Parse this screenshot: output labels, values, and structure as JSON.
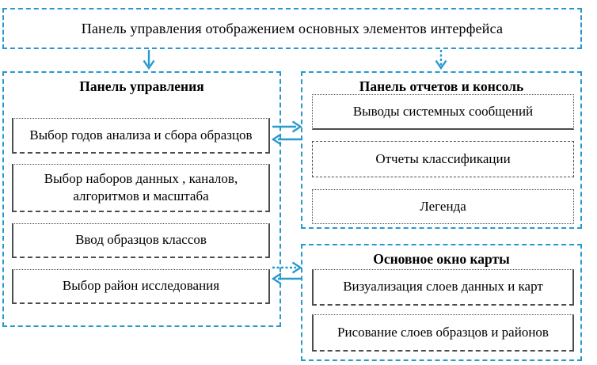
{
  "colors": {
    "accent": "#2899cd",
    "inner_border": "#4d4d4d",
    "text": "#000000",
    "background": "#ffffff"
  },
  "header": {
    "label": "Панель управления отображением основных элементов интерфейса"
  },
  "panels": {
    "control": {
      "title": "Панель управления",
      "items": [
        "Выбор годов анализа и сбора образцов",
        "Выбор наборов данных , каналов,\nалгоритмов и масштаба",
        "Ввод образцов классов",
        "Выбор район исследования"
      ]
    },
    "reports": {
      "title": "Панель отчетов и консоль",
      "items": [
        "Выводы системных сообщений",
        "Отчеты классификации",
        "Легенда"
      ]
    },
    "map": {
      "title": "Основное окно карты",
      "items": [
        "Визуализация слоев данных и карт",
        "Рисование слоев образцов и районов"
      ]
    }
  },
  "connectors": [
    "header-to-control-panel-down-arrow",
    "header-to-reports-panel-down-arrow",
    "control-to-reports-right-arrow",
    "reports-to-control-left-arrow",
    "control-to-map-right-arrow",
    "map-to-control-left-arrow"
  ]
}
